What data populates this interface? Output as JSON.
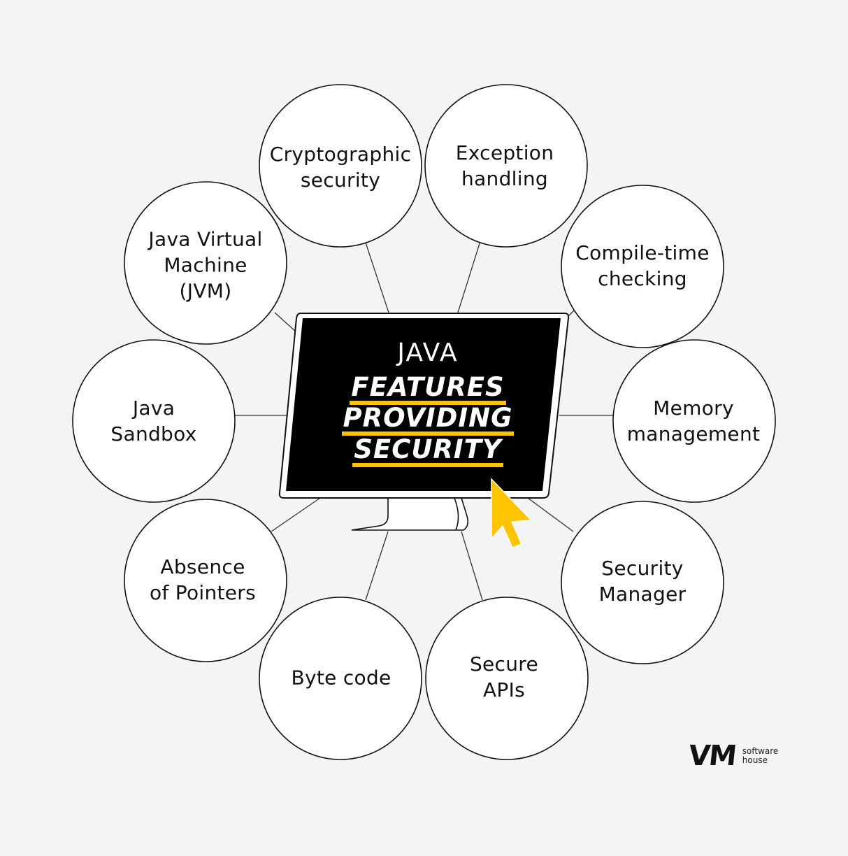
{
  "title": {
    "line1": "JAVA",
    "line2": "FEATURES",
    "line3": "PROVIDING",
    "line4": "SECURITY"
  },
  "nodes": [
    {
      "label": "Cryptographic\nsecurity"
    },
    {
      "label": "Exception\nhandling"
    },
    {
      "label": "Compile-time\nchecking"
    },
    {
      "label": "Memory\nmanagement"
    },
    {
      "label": "Security\nManager"
    },
    {
      "label": "Secure\nAPIs"
    },
    {
      "label": "Byte code"
    },
    {
      "label": "Absence\nof Pointers"
    },
    {
      "label": "Java\nSandbox"
    },
    {
      "label": "Java Virtual\nMachine\n(JVM)"
    }
  ],
  "logo": {
    "mark": "VM",
    "sub": "software\nhouse"
  },
  "colors": {
    "background": "#f4f4f4",
    "screen": "#000000",
    "accent": "#ffc400",
    "outline": "#111111",
    "connector": "#333333"
  },
  "icons": {
    "cursor": "cursor-arrow-icon",
    "monitor": "monitor-icon"
  }
}
